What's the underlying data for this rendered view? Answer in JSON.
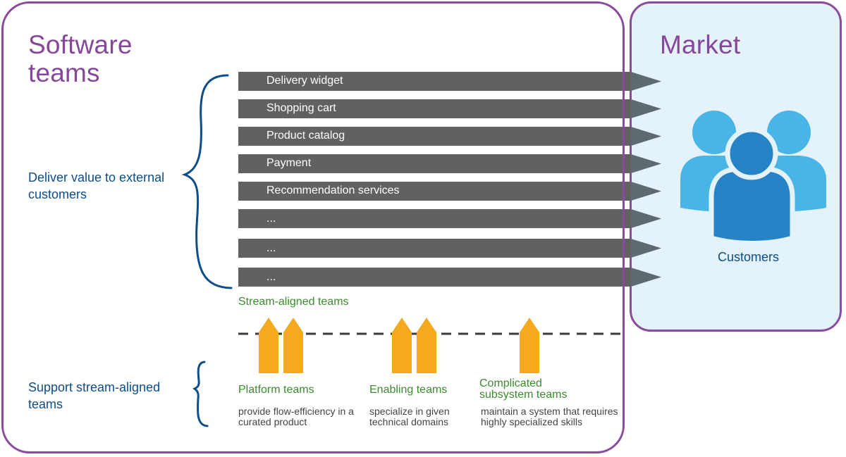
{
  "software": {
    "title": "Software teams",
    "deliver_label": "Deliver value to external customers",
    "support_label": "Support stream-aligned teams"
  },
  "market": {
    "title": "Market",
    "customers_label": "Customers",
    "customers_icon": "users-group-icon"
  },
  "streams": [
    {
      "label": "Delivery widget"
    },
    {
      "label": "Shopping cart"
    },
    {
      "label": "Product catalog"
    },
    {
      "label": "Payment"
    },
    {
      "label": "Recommendation services"
    },
    {
      "label": "..."
    },
    {
      "label": "..."
    },
    {
      "label": "..."
    }
  ],
  "stream_aligned_label": "Stream-aligned teams",
  "support_teams": [
    {
      "title": "Platform teams",
      "desc": "provide flow-efficiency in a curated product",
      "arrows": 2
    },
    {
      "title": "Enabling teams",
      "desc": "specialize in given technical domains",
      "arrows": 2
    },
    {
      "title": "Complicated subsystem teams",
      "desc": "maintain a system that requires highly specialized skills",
      "arrows": 1
    }
  ],
  "colors": {
    "purple": "#8a4b9c",
    "market_bg": "#e3f2fb",
    "arrow_gray": "#616161",
    "arrow_tip": "#5f6a70",
    "orange": "#f5a91e",
    "blue_text": "#0d4d8a",
    "green_text": "#3c8a2e",
    "light_user": "#48b5e6",
    "dark_user": "#2684c6"
  }
}
